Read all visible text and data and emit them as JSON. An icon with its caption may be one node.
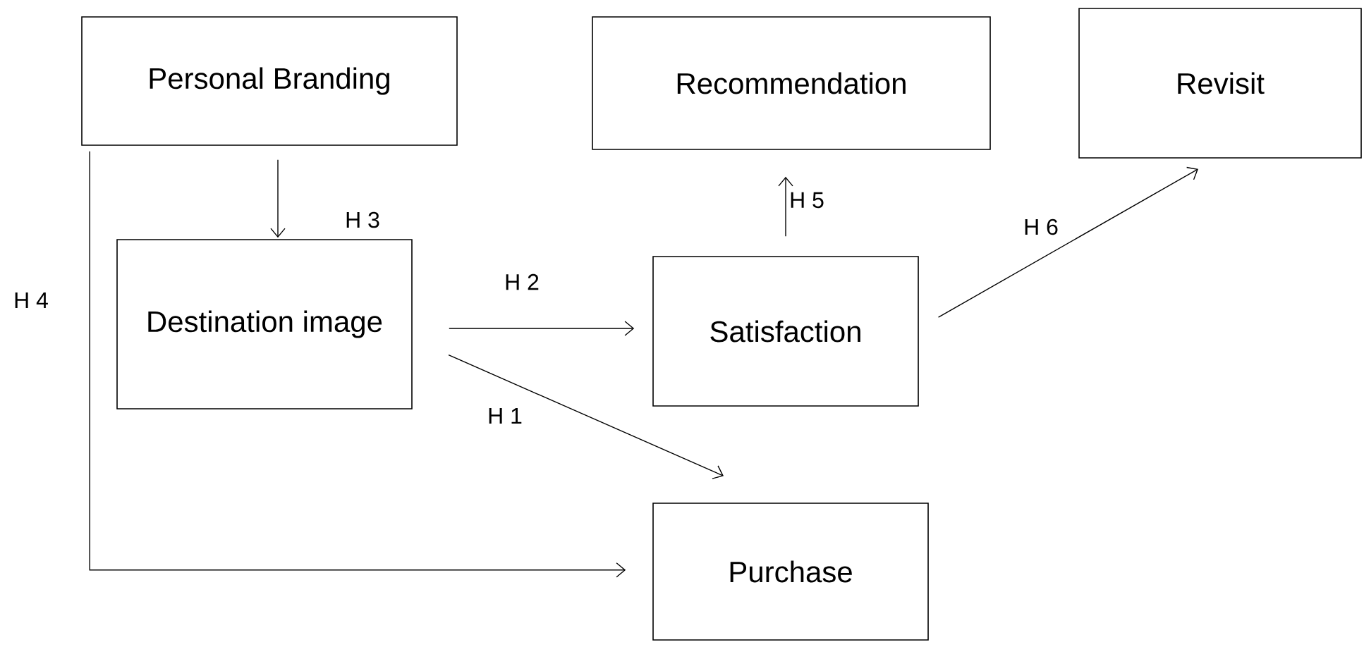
{
  "diagram": {
    "nodes": [
      {
        "text": [
          "Personal Branding"
        ]
      },
      {
        "text": [
          "Recommendation"
        ]
      },
      {
        "text": [
          "Revisit"
        ]
      },
      {
        "text": [
          "Destination image"
        ]
      },
      {
        "text": [
          "Satisfaction"
        ]
      },
      {
        "text": [
          "Purchase"
        ]
      }
    ],
    "edges": [
      {
        "from": 0,
        "to": 3,
        "arrow": "to",
        "label": "H 3"
      },
      {
        "from": 3,
        "to": 4,
        "arrow": "to",
        "label": "H 2"
      },
      {
        "from": 3,
        "to": 5,
        "arrow": "to",
        "label": "H 1"
      },
      {
        "from": 4,
        "to": 1,
        "arrow": "to",
        "label": "H 5"
      },
      {
        "from": 4,
        "to": 2,
        "arrow": "to",
        "label": "H 6"
      },
      {
        "from": 0,
        "to": 5,
        "arrow": "to",
        "label": "H 4"
      }
    ]
  }
}
